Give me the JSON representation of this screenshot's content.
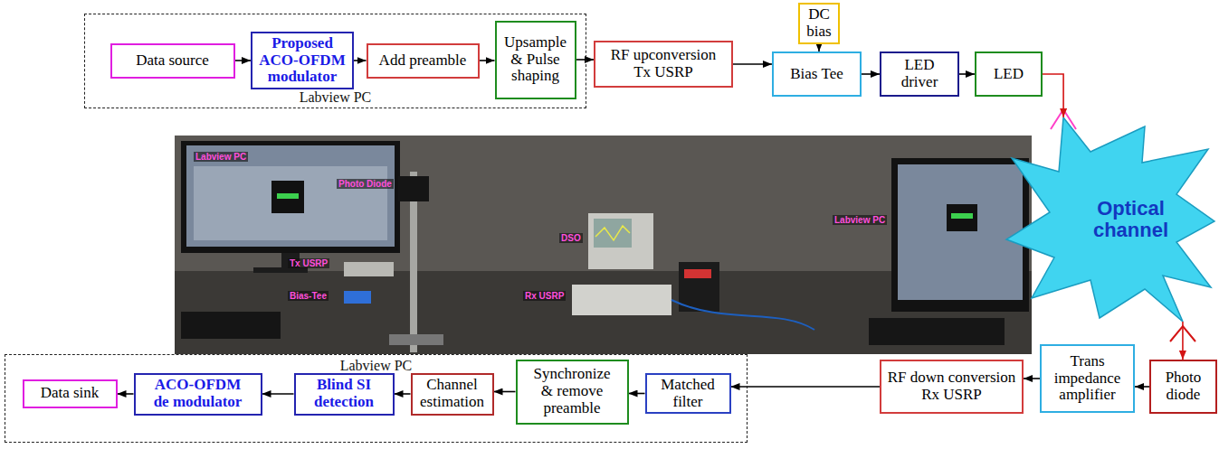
{
  "diagram": {
    "nodes": [
      {
        "text": [
          "Labview PC"
        ]
      },
      {
        "text": [
          "Data source"
        ],
        "in": 0
      },
      {
        "text": [
          "Proposed ACO-OFDM modulator"
        ],
        "in": 0
      },
      {
        "text": [
          "Add preamble"
        ],
        "in": 0
      },
      {
        "text": [
          "Upsample & Pulse shaping"
        ],
        "in": 0
      },
      {
        "text": [
          "RF upconversion Tx USRP"
        ]
      },
      {
        "text": [
          "DC bias"
        ]
      },
      {
        "text": [
          "Bias Tee"
        ]
      },
      {
        "text": [
          "LED driver"
        ]
      },
      {
        "text": [
          "LED"
        ]
      },
      {
        "text": [
          "Optical channel"
        ]
      },
      {
        "text": [
          "Labview PC"
        ]
      },
      {
        "text": [
          "Data sink"
        ],
        "in": 11
      },
      {
        "text": [
          "ACO-OFDM de modulator"
        ],
        "in": 11
      },
      {
        "text": [
          "Blind SI detection"
        ],
        "in": 11
      },
      {
        "text": [
          "Channel estimation"
        ],
        "in": 11
      },
      {
        "text": [
          "Synchronize & remove preamble"
        ],
        "in": 11
      },
      {
        "text": [
          "Matched filter"
        ],
        "in": 11
      },
      {
        "text": [
          "RF down conversion Rx USRP"
        ]
      },
      {
        "text": [
          "Trans impedance amplifier"
        ]
      },
      {
        "text": [
          "Photo diode"
        ]
      }
    ],
    "edges": [
      {
        "from": 1,
        "to": 2,
        "arrow": "to"
      },
      {
        "from": 2,
        "to": 3,
        "arrow": "to"
      },
      {
        "from": 3,
        "to": 4,
        "arrow": "to"
      },
      {
        "from": 4,
        "to": 5,
        "arrow": "to"
      },
      {
        "from": 5,
        "to": 7,
        "arrow": "to"
      },
      {
        "from": 6,
        "to": 7,
        "arrow": "to"
      },
      {
        "from": 7,
        "to": 8,
        "arrow": "to"
      },
      {
        "from": 8,
        "to": 9,
        "arrow": "to"
      },
      {
        "from": 9,
        "to": 10,
        "arrow": "to"
      },
      {
        "from": 10,
        "to": 20,
        "arrow": "to"
      },
      {
        "from": 20,
        "to": 19,
        "arrow": "to"
      },
      {
        "from": 19,
        "to": 18,
        "arrow": "to"
      },
      {
        "from": 18,
        "to": 17,
        "arrow": "to"
      },
      {
        "from": 17,
        "to": 16,
        "arrow": "to"
      },
      {
        "from": 16,
        "to": 15,
        "arrow": "to"
      },
      {
        "from": 15,
        "to": 14,
        "arrow": "to"
      },
      {
        "from": 14,
        "to": 13,
        "arrow": "to"
      },
      {
        "from": 13,
        "to": 12,
        "arrow": "to"
      }
    ],
    "labels": [
      "Labview PC",
      "Photo Diode",
      "DSO",
      "Labview PC",
      "Tx USRP",
      "Bias-Tee",
      "Rx USRP"
    ]
  }
}
